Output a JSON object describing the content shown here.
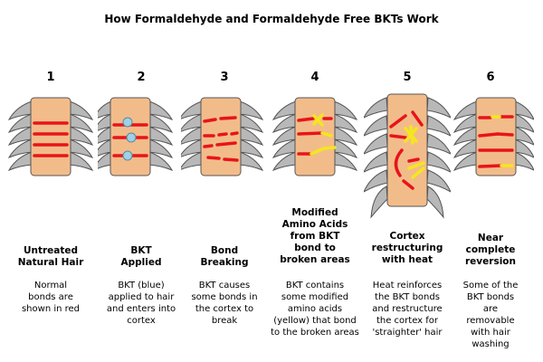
{
  "title": "How Formaldehyde and Formaldehyde Free BKTs Work",
  "colors": {
    "bond": "#e8141a",
    "bkt": "#9fd0e6",
    "amino": "#f5e61e",
    "cortex": "#f2bc8a",
    "cuticle": "#b3b3b3"
  },
  "steps": [
    {
      "number": "1",
      "caption": [
        "Untreated",
        "Natural Hair"
      ],
      "desc": [
        "Normal",
        "bonds are",
        "shown in red"
      ]
    },
    {
      "number": "2",
      "caption": [
        "BKT",
        "Applied"
      ],
      "desc": [
        "BKT (blue)",
        "applied to hair",
        "and enters into",
        "cortex"
      ]
    },
    {
      "number": "3",
      "caption": [
        "Bond",
        "Breaking"
      ],
      "desc": [
        "BKT causes",
        "some bonds in",
        "the cortex to",
        "break"
      ]
    },
    {
      "number": "4",
      "caption": [
        "Modified",
        "Amino Acids",
        "from BKT",
        "bond to",
        "broken areas"
      ],
      "desc": [
        "BKT contains",
        "some modified",
        "amino acids",
        "(yellow) that bond",
        "to the broken areas"
      ]
    },
    {
      "number": "5",
      "caption": [
        "Cortex",
        "restructuring",
        "with heat"
      ],
      "desc": [
        "Heat reinforces",
        "the BKT bonds",
        "and restructure",
        "the cortex for",
        "'straighter' hair"
      ]
    },
    {
      "number": "6",
      "caption": [
        "Near",
        "complete",
        "reversion"
      ],
      "desc": [
        "Some of the",
        "BKT bonds",
        "are",
        "removable",
        "with hair",
        "washing"
      ]
    }
  ]
}
